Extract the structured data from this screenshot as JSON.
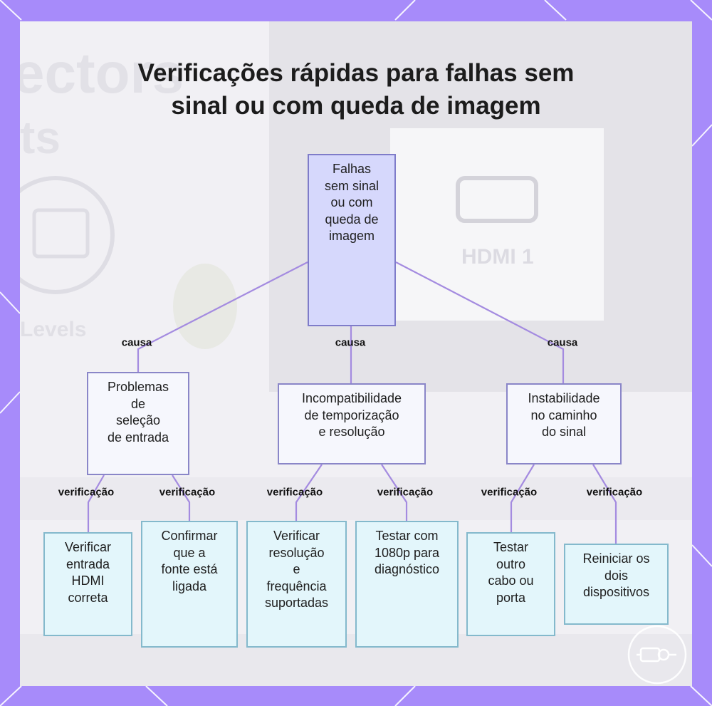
{
  "title": "Verificações rápidas para falhas sem\nsinal ou com queda de imagem",
  "root": "Falhas\nsem sinal\nou com\nqueda de\nimagem",
  "edge_labels": {
    "cause": "causa",
    "check": "verificação"
  },
  "causes": [
    {
      "label": "Problemas\nde\nseleção\nde entrada",
      "checks": [
        "Verificar\nentrada\nHDMI\ncorreta",
        "Confirmar\nque a\nfonte está\nligada"
      ]
    },
    {
      "label": "Incompatibilidade\nde temporização\ne resolução",
      "checks": [
        "Verificar\nresolução\ne\nfrequência\nsuportadas",
        "Testar com\n1080p para\ndiagnóstico"
      ]
    },
    {
      "label": "Instabilidade\nno caminho\ndo sinal",
      "checks": [
        "Testar\noutro\ncabo ou\nporta",
        "Reiniciar os\ndois\ndispositivos"
      ]
    }
  ],
  "background_text": {
    "word_top": "ectors",
    "word_second": "ts",
    "port_label": "HDMI 1",
    "side_title": "Levels"
  },
  "colors": {
    "frame": "#a78bfa",
    "edge": "#a48be0",
    "root_fill": "#d6d8fc",
    "check_fill": "#e3f6fb"
  }
}
